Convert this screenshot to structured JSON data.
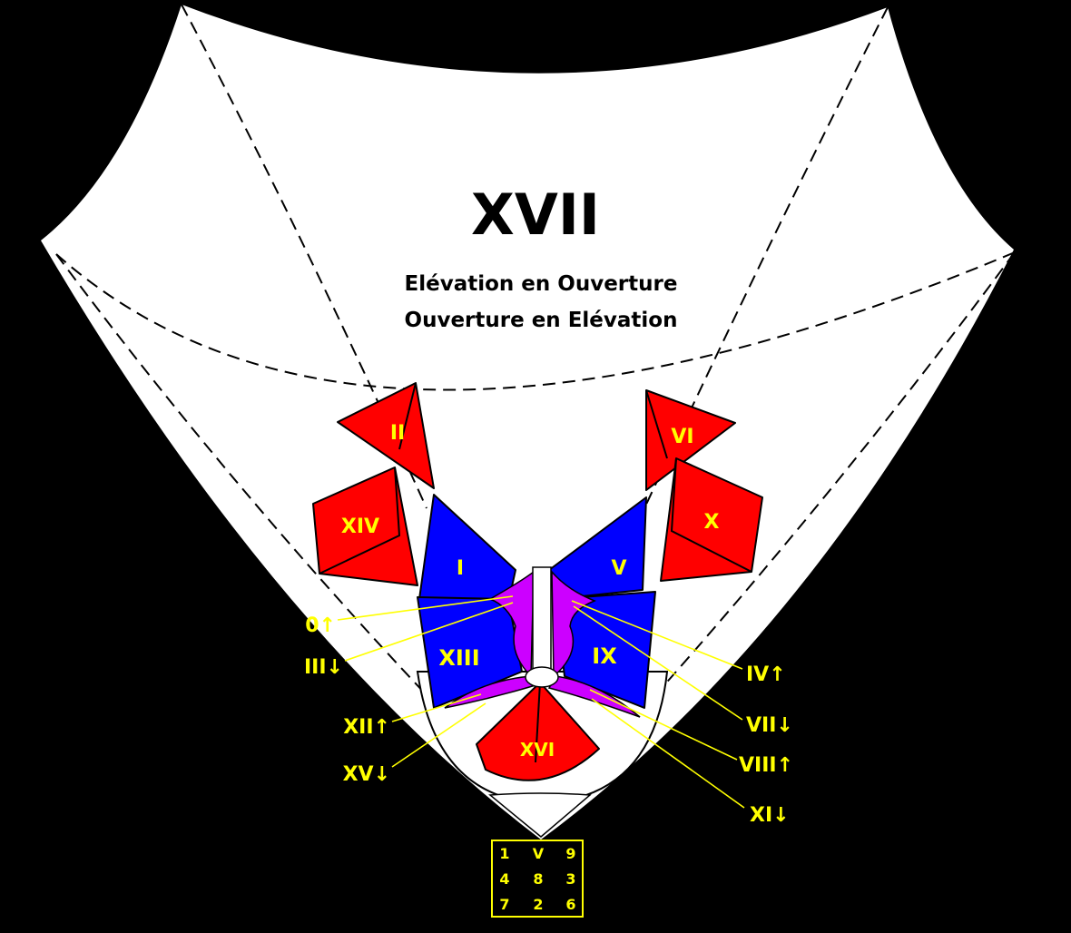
{
  "title": "XVII",
  "subtitle_1": "Elévation en Ouverture",
  "subtitle_2": "Ouverture en Elévation",
  "panels": {
    "ii": "II",
    "vi": "VI",
    "xiv": "XIV",
    "x": "X",
    "i": "I",
    "v": "V",
    "xiii": "XIII",
    "ix": "IX",
    "xvi": "XVI"
  },
  "left_labels": [
    "0↑",
    "III↓",
    "XII↑",
    "XV↓"
  ],
  "right_labels": [
    "IV↑",
    "VII↓",
    "VIII↑",
    "XI↓"
  ],
  "magic_square": [
    [
      "1",
      "V",
      "9"
    ],
    [
      "4",
      "8",
      "3"
    ],
    [
      "7",
      "2",
      "6"
    ]
  ],
  "colors": {
    "background": "#000000",
    "surface": "#ffffff",
    "red_panel": "#ff0000",
    "blue_panel": "#0000ff",
    "magenta": "#cc00ff",
    "label_text": "#ffff00"
  }
}
